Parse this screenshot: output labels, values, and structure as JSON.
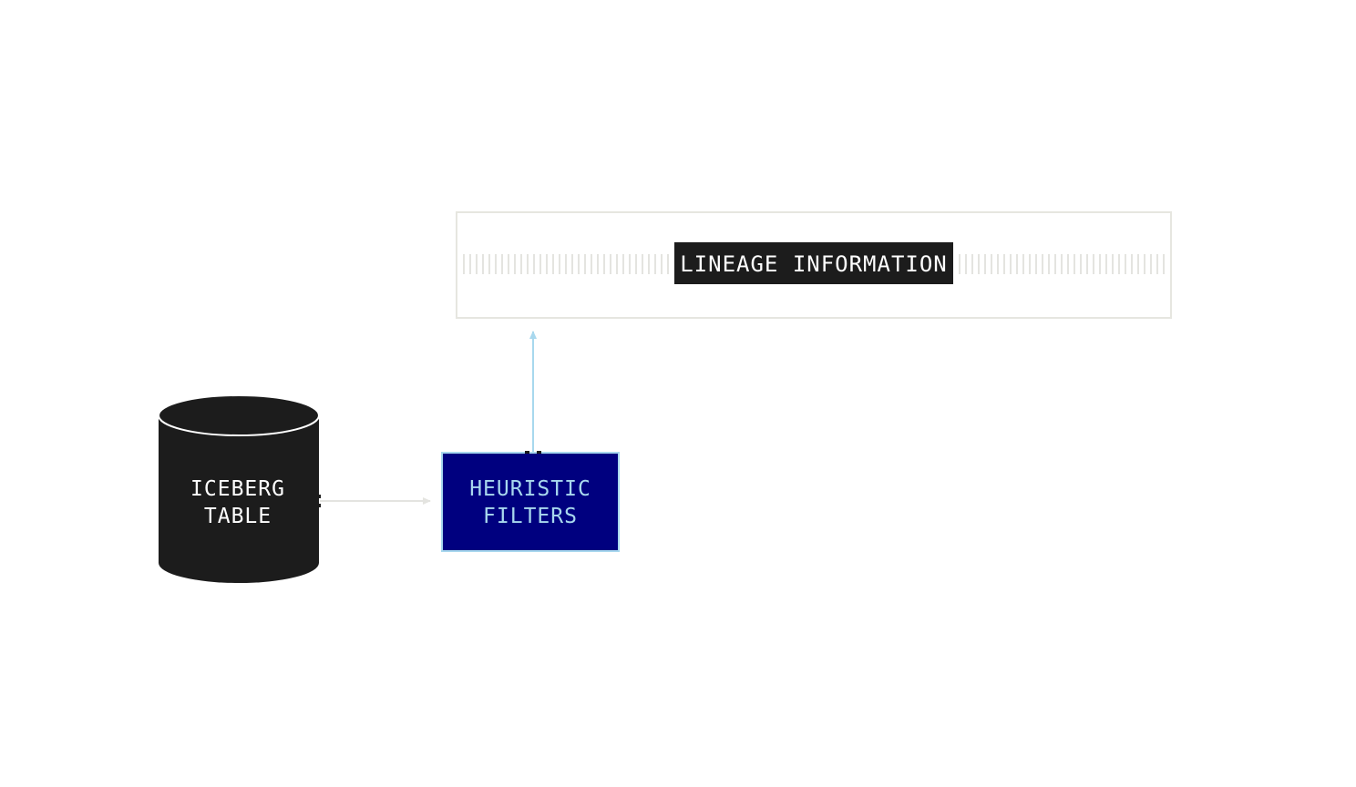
{
  "diagram": {
    "colors": {
      "background": "#ffffff",
      "cylinder_fill": "#1c1c1c",
      "cylinder_text": "#ffffff",
      "filter_box_fill": "#00007f",
      "filter_box_text": "#a8d8ee",
      "filter_box_border": "#a8d8ee",
      "lineage_panel_border": "#e6e6e0",
      "lineage_label_fill": "#1c1c1c",
      "lineage_label_text": "#ffffff",
      "hatch": "#e4e4e0",
      "arrow_gray": "#e4e4e0",
      "arrow_blue": "#a8d8ee"
    },
    "nodes": {
      "iceberg_table": {
        "line1": "ICEBERG",
        "line2": "TABLE"
      },
      "heuristic_filters": {
        "line1": "HEURISTIC",
        "line2": "FILTERS"
      },
      "lineage_information": {
        "label": "LINEAGE INFORMATION"
      }
    }
  }
}
